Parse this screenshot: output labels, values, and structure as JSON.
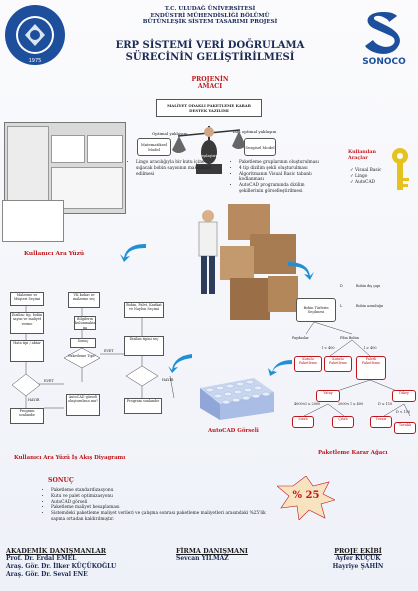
{
  "header": {
    "line1": "T.C. ULUDAĞ ÜNİVERSİTESİ",
    "line2": "ENDÜSTRİ MÜHENDİSLİĞİ BÖLÜMÜ",
    "line3": "BÜTÜNLEŞİK SİSTEM TASARIMI PROJESİ",
    "title1": "ERP SİSTEMİ VERİ DOĞRULAMA",
    "title2": "SÜRECİNİN GELİŞTİRİLMESİ",
    "logo_left_text": "ULUDAĞ ÜNİVERSİTESİ 1975",
    "logo_right_text": "SONOCO"
  },
  "purpose": {
    "heading1": "PROJENİN",
    "heading2": "AMACI",
    "box_text": "MALİYET ODAKLI PAKETLEME KARAR DESTEK YAZILIMI",
    "left_approach": "Optimal yaklaşım",
    "right_approach": "Tam optimal yaklaşım",
    "model_left": "Matematiksel Model",
    "model_right": "Sezgisel Model",
    "compare": "Karşılaştırma",
    "left_bullets": [
      "Lingo aracılığıyla bir kutu içine sığacak bobin sayısının maksimize edilmesi"
    ],
    "right_bullets": [
      "Paketleme gruplarının oluşturulması",
      "4 tip dizilim şekli oluşturulması",
      "Algoritmanın Visual Basic tabanlı kodlanması",
      "AutoCAD programında dizilim şekillerinin görselleştirilmesi"
    ]
  },
  "tools": {
    "heading": "Kullanılan Araçlar",
    "items": [
      "Visual Basic",
      "Lingo",
      "AutoCAD"
    ]
  },
  "captions": {
    "ui": "Kullanıcı Ara Yüzü",
    "flow": "Kullanıcı Ara Yüzü  İş Akış Diyagramı",
    "autocad": "AutoCAD Görseli",
    "tree": "Paketleme Karar Ağacı"
  },
  "tree": {
    "legend_D": "D",
    "legend_D_text": "Bobin dış çapı",
    "legend_L": "L",
    "legend_L_text": "Bobin uzunluğu",
    "root": "Bobin Türlerin Seçilmesi",
    "level1": [
      "Paydaslar",
      "Film Bobin"
    ],
    "cond1": [
      "l < 400",
      "l ≥ 400"
    ],
    "nodes": [
      "Kutulu Paketleme",
      "Kutulu Paketleme",
      "Paletli Paketleme"
    ],
    "cond2": [
      "4000<l ≤ 2000",
      "2000< l ≤ 400",
      "D ≤ 110",
      "D < 110"
    ],
    "level3": [
      "Yatay",
      "Dikey"
    ],
    "leaves": [
      "Sıralı",
      "Çıtalı",
      "Tavası",
      "Tavaklı"
    ]
  },
  "flow": {
    "boxes": [
      "Malzeme ve Müşteri Seçimi",
      "VK kuları se malzeme seç",
      "Bilgilerin bulunmakta mı",
      "Bobin, Palet, Karikat ve Naylon Seçimi",
      "Dizilim: tip, bobin sayısı ve maliyet verme",
      "Sonuç",
      "Dizilim tipini seç",
      "Hata tipi / aktar",
      "Paketleme Tipi?",
      "Program sonlandır",
      "AutoCAD görseli oluşturulsun mu?",
      "Program sonlandır"
    ],
    "labels": [
      "EVET",
      "HAYIR",
      "EVET",
      "HAYIR"
    ]
  },
  "result": {
    "heading": "SONUÇ",
    "items": [
      "Paketleme standardizasyonu",
      "Kutu ve palet optimizasyonu",
      "AutoCAD görseli",
      "Paketleme maliyet hesaplaması",
      "Sistemdeki paketleme maliyet verileri ve çalışma sonrası paketleme maliyetleri arasındaki %25'lik sapma ortadan kaldırılmıştır."
    ],
    "badge": "% 25"
  },
  "footer": {
    "academic_head": "AKADEMİK DANIŞMANLAR",
    "academic": [
      "Prof. Dr. Erdal EMEL",
      "Araş. Gör. Dr. İlker KÜÇÜKOĞLU",
      "Araş. Gör. Dr. Seval ENE"
    ],
    "firm_head": "FİRMA DANIŞMANI",
    "firm": [
      "Sevcan YILMAZ"
    ],
    "team_head": "PROJE EKİBİ",
    "team": [
      "Ayfer KÜÇÜK",
      "Hayriye ŞAHİN"
    ]
  },
  "colors": {
    "title": "#1a2a55",
    "accent_red": "#c0161b",
    "blue_arrow": "#1f8fd6",
    "logo_blue": "#1d4f9c"
  }
}
